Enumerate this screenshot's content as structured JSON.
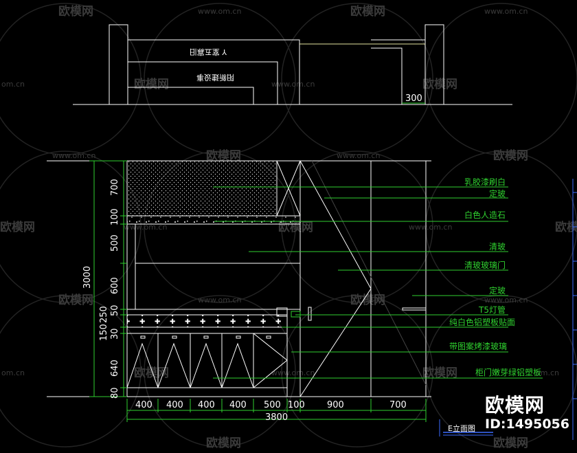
{
  "top_section": {
    "sign_text_1": "Y 室五寡旧",
    "sign_text_2": "阳新建设事",
    "dim_width": "300"
  },
  "elevation": {
    "vertical_dims": [
      "700",
      "100",
      "500",
      "600",
      "50",
      "250",
      "150",
      "30",
      "640",
      "80"
    ],
    "overall_height": "3000",
    "horizontal_dims": [
      "400",
      "400",
      "400",
      "400",
      "500",
      "100",
      "900",
      "700"
    ],
    "overall_width": "3800",
    "annotations": [
      "乳胶漆刷白",
      "定玻",
      "白色人造石",
      "清玻",
      "清玻玻璃门",
      "定玻",
      "T5灯管",
      "纯白色铝塑板贴面",
      "带图案烤漆玻璃",
      "柜门嫩芽绿铝塑板"
    ],
    "drawing_label": "E立面图"
  },
  "watermark": {
    "brand": "欧模网",
    "url": "www.om.cn",
    "url_short": "om.cn",
    "id": "ID:1495056"
  },
  "colors": {
    "background": "#000000",
    "lines": "#ffffff",
    "annotation": "#2fd12f",
    "label_blue": "#3c6cff"
  }
}
